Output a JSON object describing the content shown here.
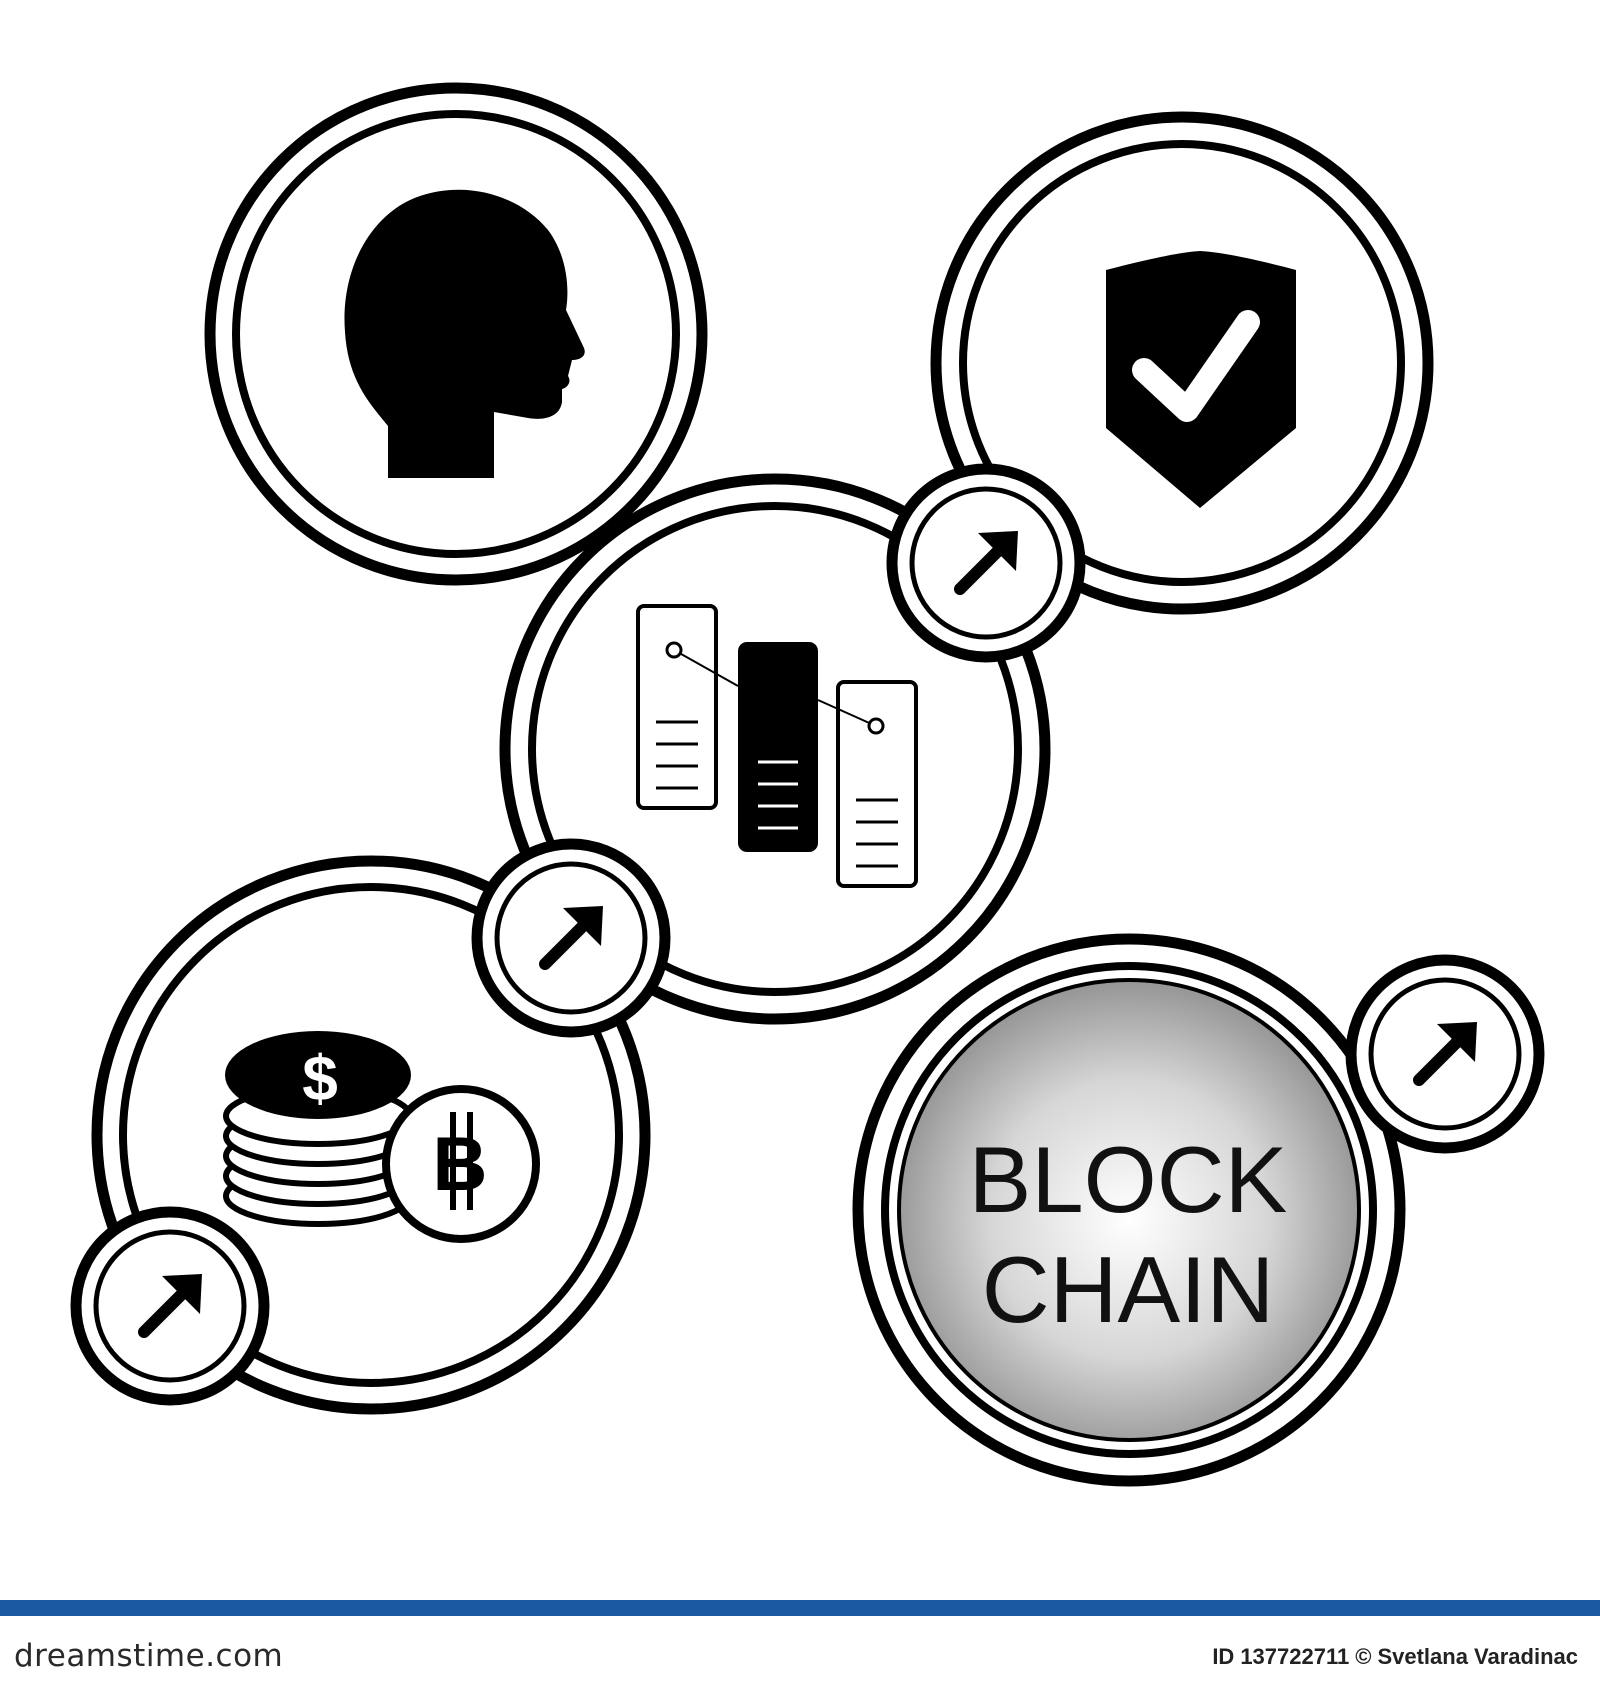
{
  "diagram": {
    "nodes": [
      {
        "id": "person",
        "icon": "person-head-icon"
      },
      {
        "id": "security",
        "icon": "shield-check-icon"
      },
      {
        "id": "ledger",
        "icon": "server-blocks-icon"
      },
      {
        "id": "currency",
        "icon": "coins-dollar-bitcoin-icon",
        "dollar_glyph": "$",
        "bitcoin_glyph": "B"
      },
      {
        "id": "blockchain",
        "label_line1": "BLOCK",
        "label_line2": "CHAIN"
      }
    ],
    "connector_icon": "arrow-up-right-icon",
    "colors": {
      "stroke": "#000000",
      "background": "#ffffff",
      "blockchain_gradient_center": "#ffffff",
      "blockchain_gradient_edge": "#8c8c8c"
    }
  },
  "footer": {
    "logo": "dreamstime.com",
    "id_label": "ID",
    "id_number": "137722711",
    "copyright": "©",
    "author": "Svetlana Varadinac",
    "bar_color": "#1b5aa3"
  }
}
